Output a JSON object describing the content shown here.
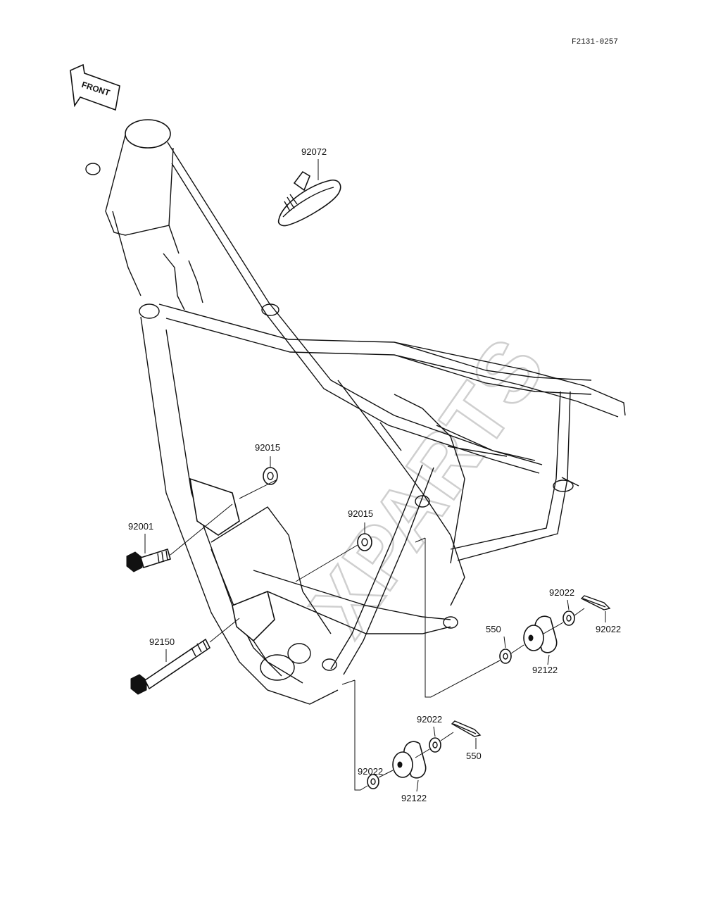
{
  "header": {
    "diagram_code": "F2131-0257"
  },
  "front_arrow": {
    "label": "FRONT"
  },
  "watermark": {
    "text": "XPARTS"
  },
  "parts": [
    {
      "id": "92072",
      "label": "92072"
    },
    {
      "id": "92015-upper",
      "label": "92015"
    },
    {
      "id": "92015-lower",
      "label": "92015"
    },
    {
      "id": "92001",
      "label": "92001"
    },
    {
      "id": "92150",
      "label": "92150"
    },
    {
      "id": "92022-a",
      "label": "92022"
    },
    {
      "id": "92022-b",
      "label": "92022"
    },
    {
      "id": "550-upper",
      "label": "550"
    },
    {
      "id": "92122-upper",
      "label": "92122"
    },
    {
      "id": "92022-c",
      "label": "92022"
    },
    {
      "id": "92022-d",
      "label": "92022"
    },
    {
      "id": "550-lower",
      "label": "550"
    },
    {
      "id": "92122-lower",
      "label": "92122"
    }
  ]
}
